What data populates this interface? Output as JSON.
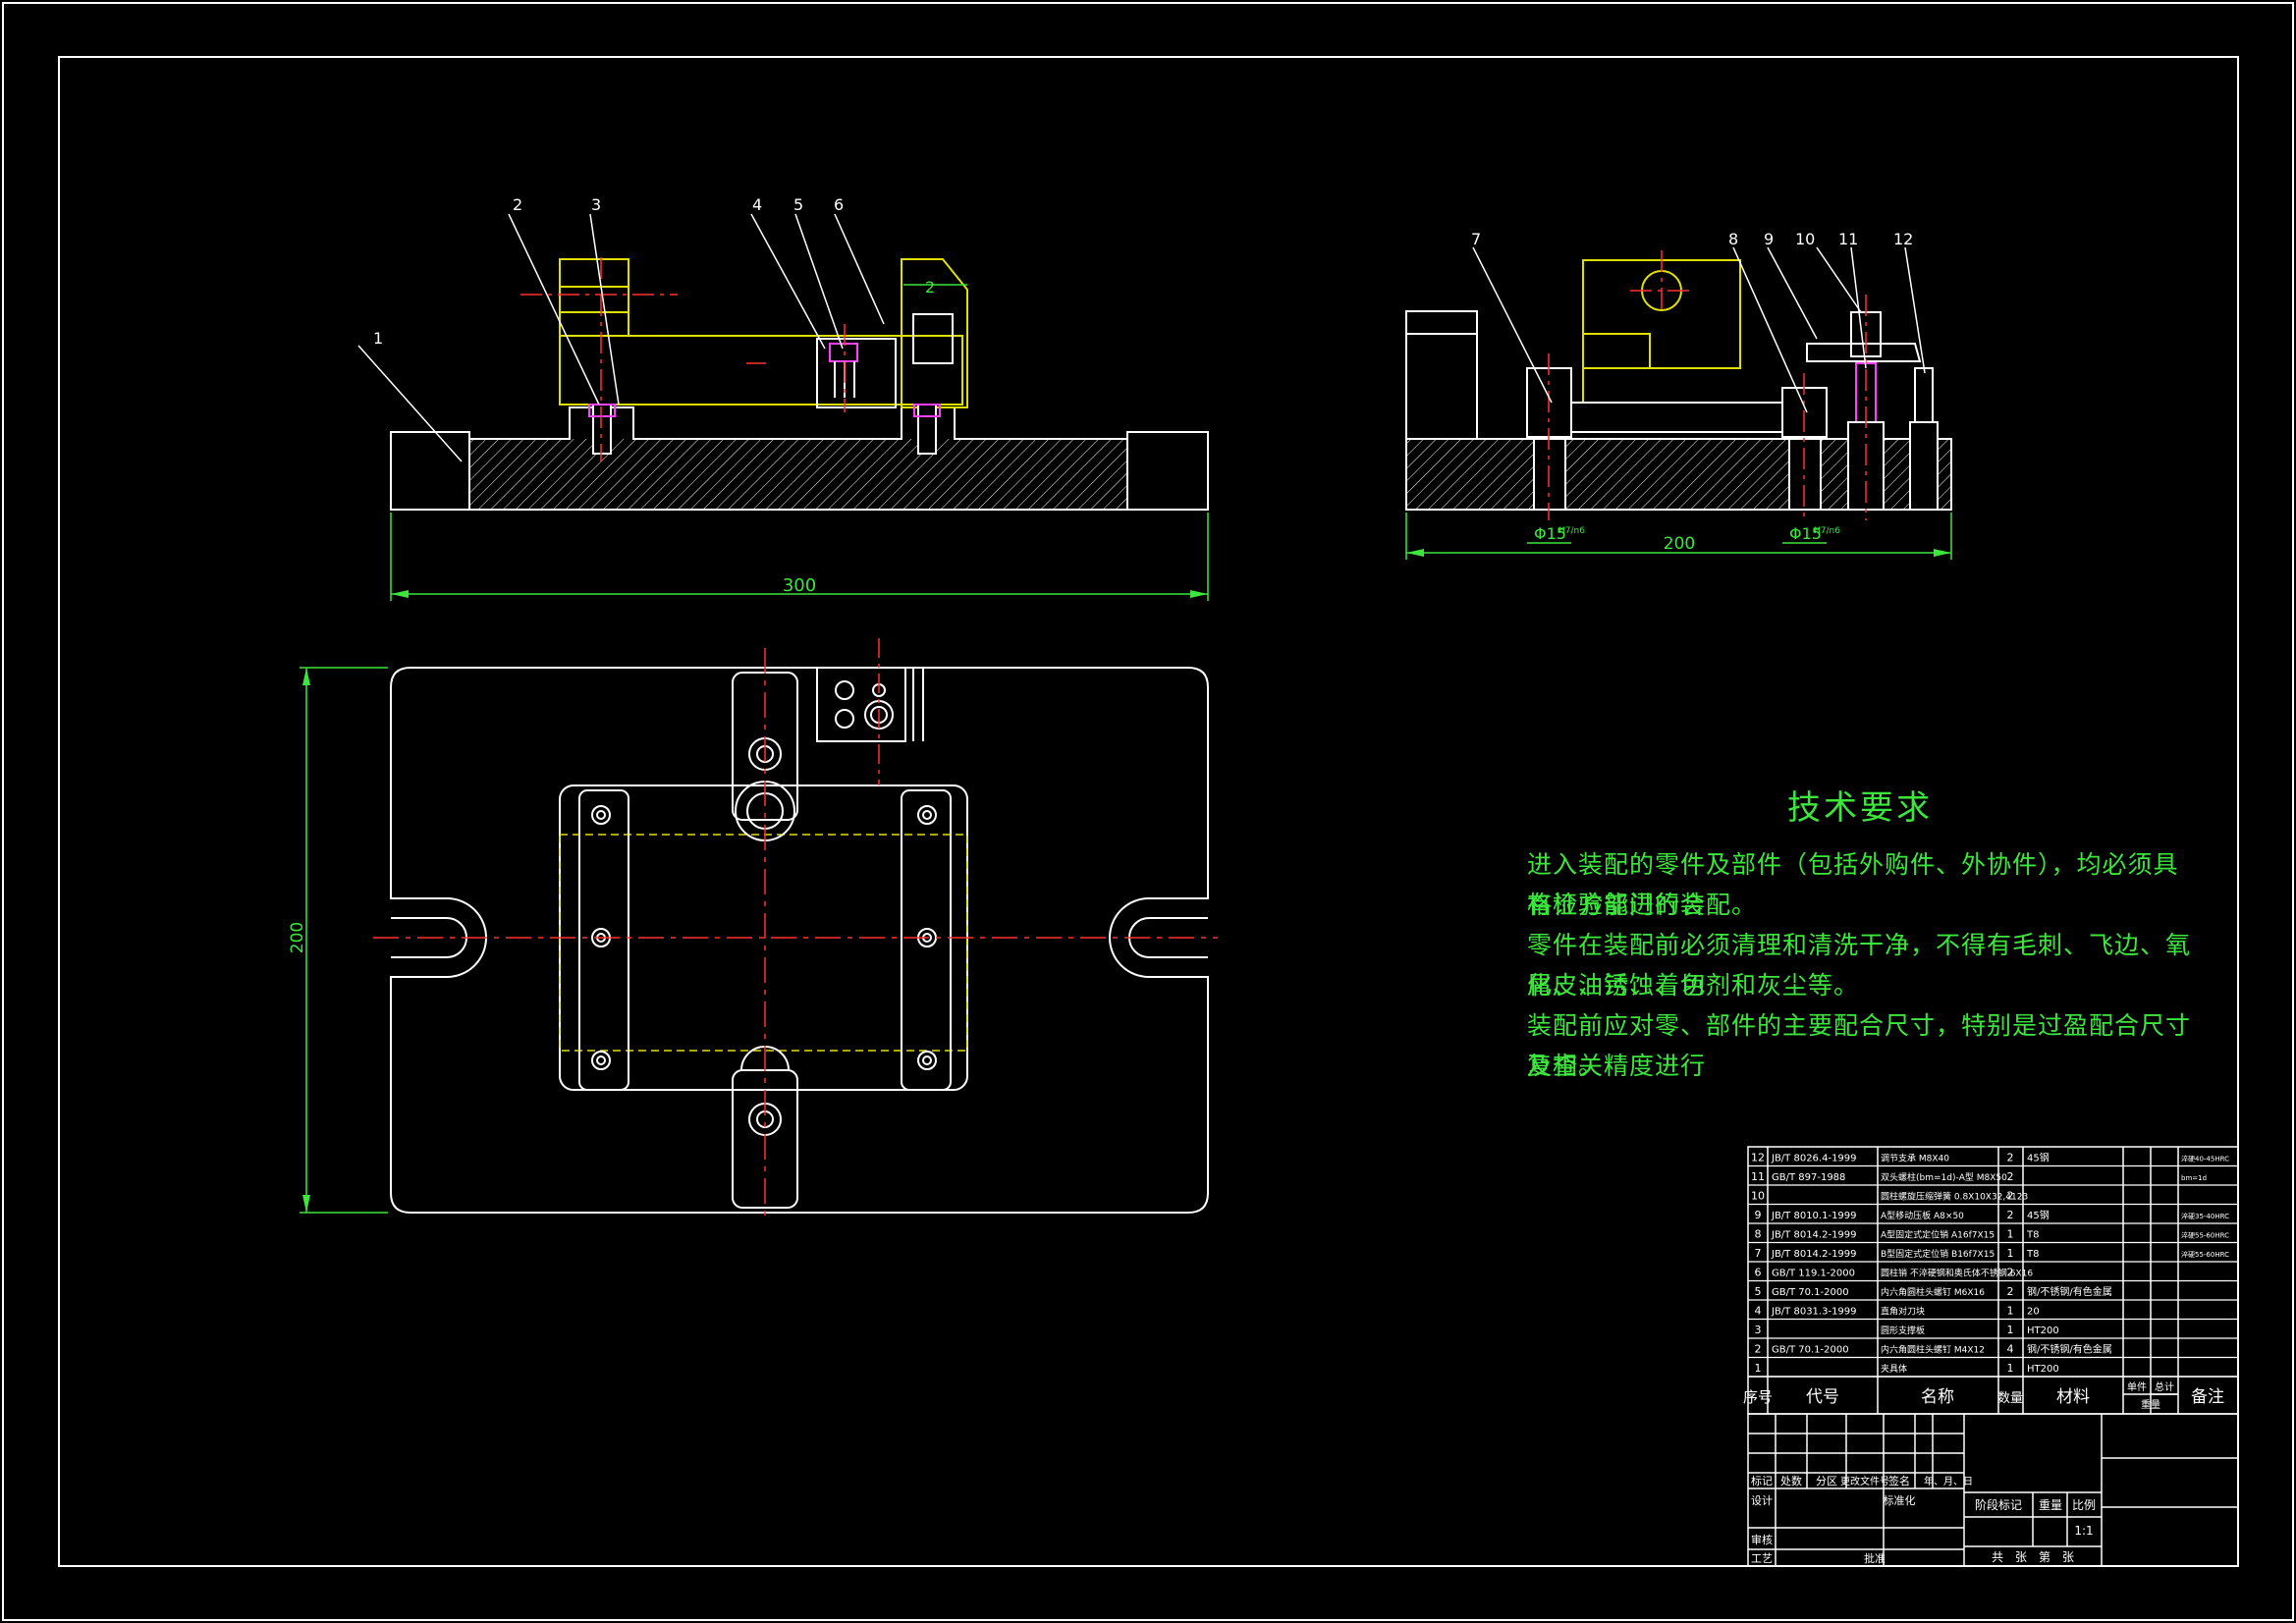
{
  "colors": {
    "background": "#000000",
    "line": "#ffffff",
    "dimension": "#3ce63c",
    "center": "#ff3030",
    "hidden": "#e0e000",
    "accent": "#ff40ff"
  },
  "front_view": {
    "balloons": [
      "1",
      "2",
      "3",
      "4",
      "5",
      "6"
    ],
    "dims": {
      "length": "300",
      "gap": "2"
    }
  },
  "side_view": {
    "balloons": [
      "7",
      "8",
      "9",
      "10",
      "11",
      "12"
    ],
    "dims": {
      "width": "200",
      "d1": "Φ15",
      "d1_tol": "H7/n6",
      "d2": "Φ15",
      "d2_tol": "H7/n6"
    }
  },
  "top_view": {
    "dims": {
      "height": "200"
    }
  },
  "tech": {
    "title": "技术要求",
    "lines": [
      "进入装配的零件及部件（包括外购件、外协件），均必须具有检验部门的合",
      "格证方能进行装配。",
      "零件在装配前必须清理和清洗干净，不得有毛刺、飞边、氧化皮、锈蚀、切",
      "屑、油污、着色剂和灰尘等。",
      "装配前应对零、部件的主要配合尺寸，特别是过盈配合尺寸及相关精度进行",
      "复查。"
    ]
  },
  "bom": {
    "rows": [
      {
        "no": "12",
        "code": "JB/T 8026.4-1999",
        "name": "调节支承 M8X40",
        "qty": "2",
        "mat": "45钢",
        "note": "淬硬40-45HRC"
      },
      {
        "no": "11",
        "code": "GB/T 897-1988",
        "name": "双头螺柱(bm=1d)-A型 M8X50",
        "qty": "2",
        "mat": "",
        "note": "bm=1d"
      },
      {
        "no": "10",
        "code": "",
        "name": "圆柱螺旋压缩弹簧 0.8X10X32,4123",
        "qty": "2",
        "mat": "",
        "note": ""
      },
      {
        "no": "9",
        "code": "JB/T 8010.1-1999",
        "name": "A型移动压板 A8×50",
        "qty": "2",
        "mat": "45钢",
        "note": "淬硬35-40HRC"
      },
      {
        "no": "8",
        "code": "JB/T 8014.2-1999",
        "name": "A型固定式定位销 A16f7X15",
        "qty": "1",
        "mat": "T8",
        "note": "淬硬55-60HRC"
      },
      {
        "no": "7",
        "code": "JB/T 8014.2-1999",
        "name": "B型固定式定位销 B16f7X15",
        "qty": "1",
        "mat": "T8",
        "note": "淬硬55-60HRC"
      },
      {
        "no": "6",
        "code": "GB/T 119.1-2000",
        "name": "圆柱销 不淬硬钢和奥氏体不锈钢 6X16",
        "qty": "2",
        "mat": "",
        "note": ""
      },
      {
        "no": "5",
        "code": "GB/T 70.1-2000",
        "name": "内六角圆柱头螺钉 M6X16",
        "qty": "2",
        "mat": "钢/不锈钢/有色金属",
        "note": ""
      },
      {
        "no": "4",
        "code": "JB/T 8031.3-1999",
        "name": "直角对刀块",
        "qty": "1",
        "mat": "20",
        "note": ""
      },
      {
        "no": "3",
        "code": "",
        "name": "圆形支撑板",
        "qty": "1",
        "mat": "HT200",
        "note": ""
      },
      {
        "no": "2",
        "code": "GB/T 70.1-2000",
        "name": "内六角圆柱头螺钉 M4X12",
        "qty": "4",
        "mat": "钢/不锈钢/有色金属",
        "note": ""
      },
      {
        "no": "1",
        "code": "",
        "name": "夹具体",
        "qty": "1",
        "mat": "HT200",
        "note": ""
      }
    ],
    "header": {
      "no": "序号",
      "code": "代号",
      "name": "名称",
      "qty": "数量",
      "mat": "材料",
      "unit": "单件",
      "total": "总计",
      "weight": "重量",
      "note": "备注"
    }
  },
  "title_block": {
    "labels": [
      "标记",
      "处数",
      "分区",
      "更改文件号",
      "签名",
      "年、月、日"
    ],
    "design": "设计",
    "std": "标准化",
    "check": "审核",
    "process": "工艺",
    "approve": "批准",
    "stage": "阶段标记",
    "weight": "重量",
    "scale": "比例",
    "scale_val": "1:1",
    "sheets": "共　张　第　张"
  }
}
